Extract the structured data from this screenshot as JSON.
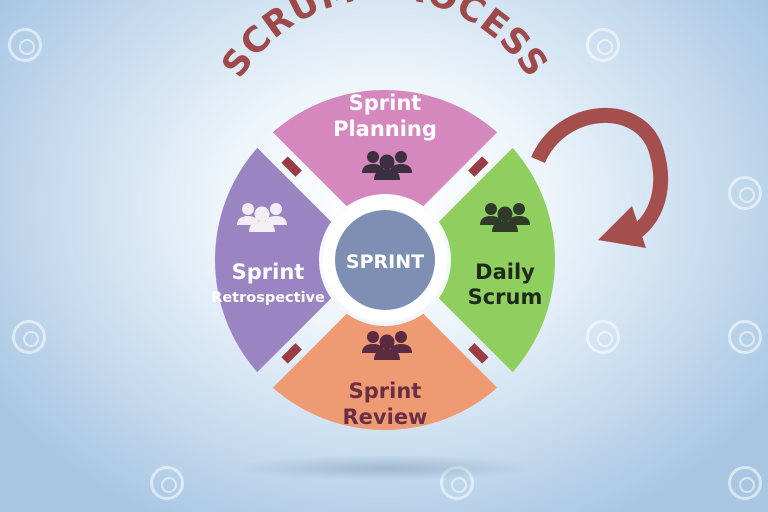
{
  "title": "SCRUM PROCESS",
  "center": {
    "label": "SPRINT"
  },
  "segments": {
    "planning": {
      "line1": "Sprint",
      "line2": "Planning",
      "color": "#d488bd"
    },
    "daily": {
      "line1": "Daily",
      "line2": "Scrum",
      "color": "#8fcf60"
    },
    "review": {
      "line1": "Sprint",
      "line2": "Review",
      "color": "#ee9a72"
    },
    "retro": {
      "line1": "Sprint",
      "line2": "Retrospective",
      "color": "#9a84c2"
    }
  },
  "colors": {
    "title": "#9e4a4a",
    "arrow": "#a44e4e",
    "connector": "#9b3b44",
    "center_fill": "#7f8fb4",
    "center_ring": "#ffffff",
    "label_dark": "#6a2f45",
    "label_light": "#ffffff"
  },
  "icons": {
    "team": "team-icon",
    "cycle_arrow": "curved-arrow-icon"
  }
}
